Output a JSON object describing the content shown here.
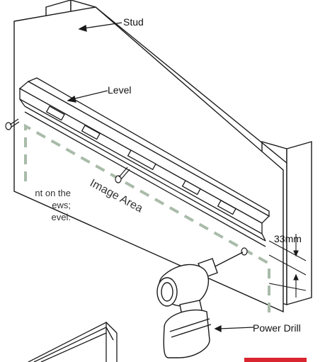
{
  "labels": {
    "stud": "Stud",
    "level": "Level",
    "image_area": "Image Area",
    "dimension": "33mm",
    "power_drill": "Power Drill"
  },
  "note_lines": [
    "nt on the",
    "ews;",
    "evel."
  ],
  "colors": {
    "line": "#1a1a1a",
    "dashed_area": "#a9bba9",
    "accent_bar": "#d9252f",
    "wall_fill": "#ffffff"
  }
}
